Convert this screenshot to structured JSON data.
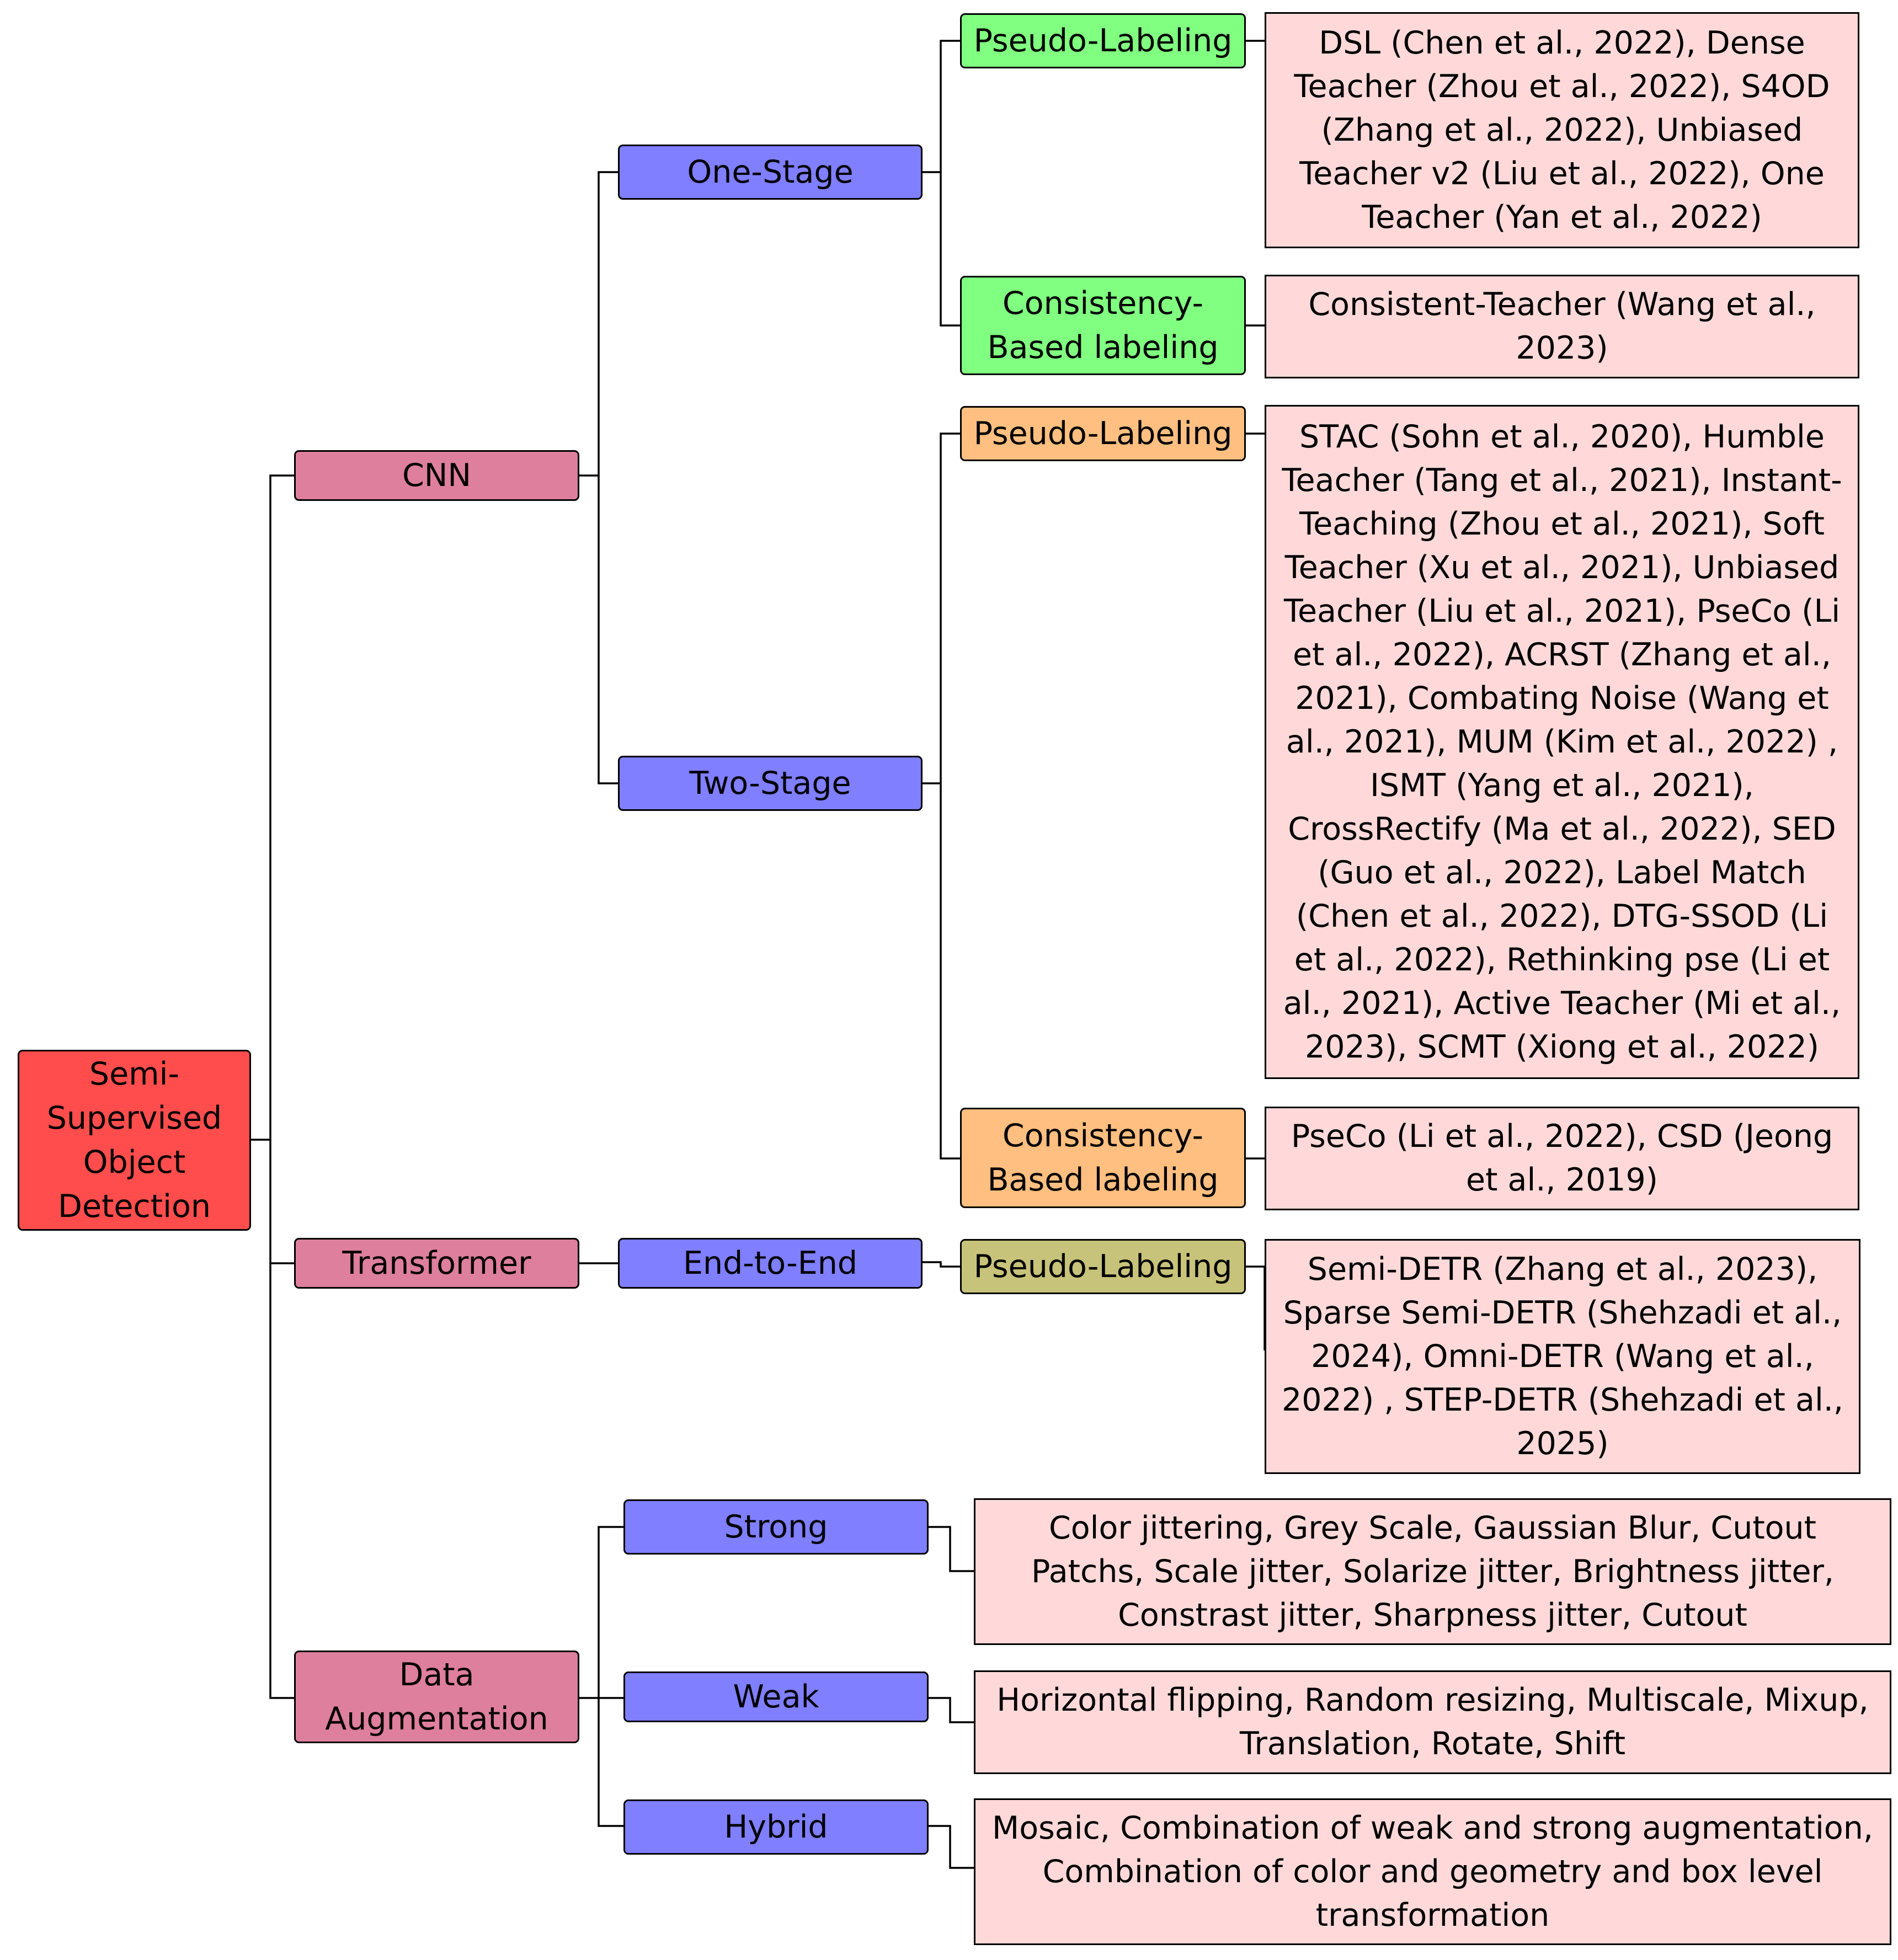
{
  "root": {
    "label": "Semi-Supervised Object Detection"
  },
  "colors": {
    "root": "#ff4d4d",
    "architecture": "#de7f9e",
    "stage": "#7f7fff",
    "one_stage_methods": "#80ff80",
    "two_stage_methods": "#ffbf80",
    "transformer_methods": "#c8c37a",
    "references": "#ffd9d9"
  },
  "cnn": {
    "label": "CNN",
    "one_stage": {
      "label": "One-Stage",
      "pseudo": {
        "label": "Pseudo-Labeling",
        "refs": "DSL (Chen et al., 2022), Dense Teacher (Zhou et al., 2022), S4OD (Zhang et al., 2022), Unbiased Teacher v2 (Liu et al., 2022), One Teacher (Yan et al., 2022)"
      },
      "consistency": {
        "label": "Consistency-Based labeling",
        "refs": "Consistent-Teacher (Wang et al., 2023)"
      }
    },
    "two_stage": {
      "label": "Two-Stage",
      "pseudo": {
        "label": "Pseudo-Labeling",
        "refs": "STAC (Sohn et al., 2020), Humble Teacher (Tang et al., 2021), Instant-Teaching (Zhou et al., 2021), Soft Teacher (Xu et al., 2021), Unbiased Teacher (Liu et al., 2021), PseCo (Li et al., 2022), ACRST (Zhang et al., 2021), Combating Noise (Wang et al., 2021), MUM (Kim et al., 2022) , ISMT (Yang et al., 2021), CrossRectify (Ma et al., 2022), SED (Guo et al., 2022), Label Match (Chen et al., 2022), DTG-SSOD (Li et al., 2022), Rethinking pse (Li et al., 2021), Active Teacher (Mi et al., 2023), SCMT (Xiong et al., 2022)"
      },
      "consistency": {
        "label": "Consistency-Based labeling",
        "refs": "PseCo (Li et al., 2022), CSD (Jeong et al., 2019)"
      }
    }
  },
  "transformer": {
    "label": "Transformer",
    "end_to_end": {
      "label": "End-to-End",
      "pseudo": {
        "label": "Pseudo-Labeling",
        "refs": "Semi-DETR (Zhang et al., 2023), Sparse Semi-DETR (Shehzadi et al., 2024), Omni-DETR (Wang et al., 2022) , STEP-DETR (Shehzadi et al., 2025)"
      }
    }
  },
  "augmentation": {
    "label": "Data Augmentation",
    "strong": {
      "label": "Strong",
      "refs": "Color jittering, Grey Scale, Gaussian Blur, Cutout Patchs, Scale jitter, Solarize jitter, Brightness jitter, Constrast jitter, Sharpness jitter, Cutout"
    },
    "weak": {
      "label": "Weak",
      "refs": "Horizontal flipping, Random resizing, Multiscale, Mixup, Translation, Rotate, Shift"
    },
    "hybrid": {
      "label": "Hybrid",
      "refs": "Mosaic, Combination of weak and strong augmentation, Combination of color and geometry and box level transformation"
    }
  }
}
